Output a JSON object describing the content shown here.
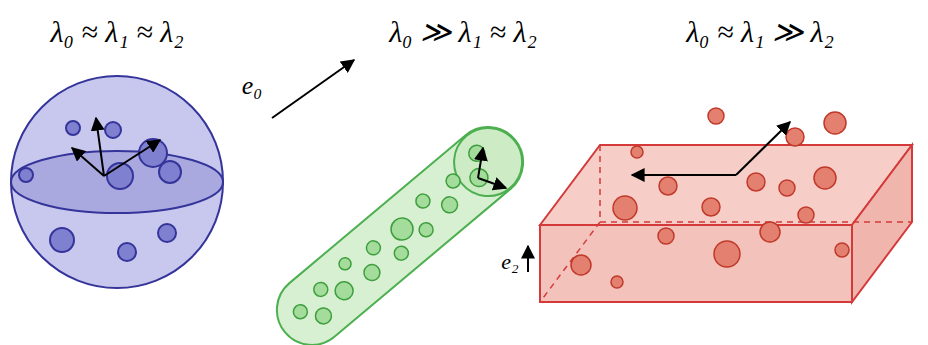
{
  "diagram": {
    "labels": [
      "λ₀ ≈ λ₁ ≈ λ₂",
      "λ₀ ≫ λ₁ ≈ λ₂",
      "λ₀ ≈ λ₁ ≫ λ₂",
      "e₀",
      "e₂"
    ]
  }
}
